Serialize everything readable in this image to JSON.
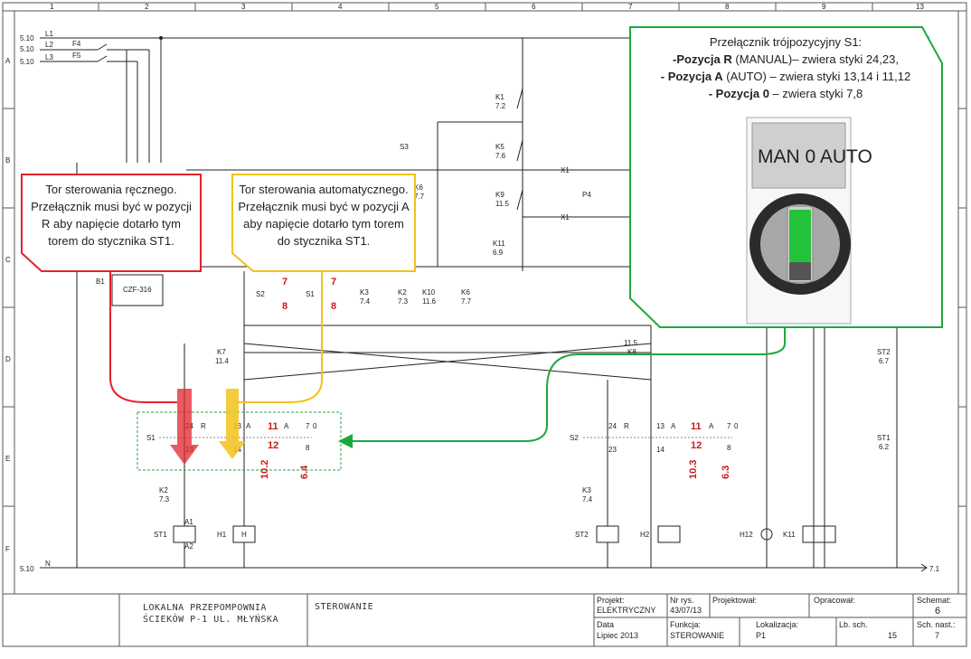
{
  "columns": [
    "1",
    "2",
    "3",
    "4",
    "5",
    "6",
    "7",
    "8",
    "9",
    "13"
  ],
  "rows": [
    "A",
    "B",
    "C",
    "D",
    "E",
    "F"
  ],
  "refs": {
    "l1": "5.10",
    "l2": "5.10",
    "l3": "5.10",
    "n": "5.10",
    "l1_out": "7.1",
    "n_out": "7.1"
  },
  "lines": {
    "l1": "L1",
    "l2": "L2",
    "l3": "L3",
    "n": "N"
  },
  "fuses": {
    "f4": "F4",
    "f5": "F5"
  },
  "relays": {
    "k1": [
      "K1",
      "7.2"
    ],
    "k5": [
      "K5",
      "7.6"
    ],
    "k9": [
      "K9",
      "11.5"
    ],
    "k11": [
      "K11",
      "6.9"
    ],
    "k6": [
      "K6",
      "7.7"
    ],
    "s3": "S3",
    "x1a": "X1",
    "x1b": "X1",
    "p4": "P4",
    "k3": [
      "K3",
      "7.4"
    ],
    "k2": [
      "K2",
      "7.3"
    ],
    "k10": [
      "K10",
      "11.6"
    ],
    "k6b": [
      "K6",
      "7.7"
    ],
    "k7": [
      "K7",
      "11.4"
    ],
    "k8": [
      "11.5",
      "K8"
    ],
    "st2ref": [
      "ST2",
      "6.7"
    ],
    "st1ref": [
      "ST1",
      "6.2"
    ]
  },
  "device_b1": "B1",
  "device_czf": "CZF-316",
  "switch_s1": {
    "name": "S1",
    "r": "R",
    "a": "A",
    "a2": "A",
    "zero": "0",
    "c24": "24",
    "c23": "23",
    "c13": "13",
    "c14": "14",
    "c11": "11",
    "c12": "12",
    "c7": "7",
    "c8": "8",
    "ref1": "10.2",
    "ref2": "6.4"
  },
  "switch_s2": {
    "name": "S2",
    "r": "R",
    "a": "A",
    "a2": "A",
    "zero": "0",
    "c24": "24",
    "c23": "23",
    "c13": "13",
    "c14": "14",
    "c11": "11",
    "c12": "12",
    "c7": "7",
    "c8": "8",
    "ref1": "10.3",
    "ref2": "6.3"
  },
  "top_switch": {
    "s2": "S2",
    "s1": "S1",
    "c7a": "7",
    "c8a": "8",
    "c7b": "7",
    "c8b": "8"
  },
  "loads": {
    "st1": "ST1",
    "h1": "H1",
    "st2": "ST2",
    "h2": "H2",
    "h12": "H12",
    "k11": "K11",
    "a1": "A1",
    "a2": "A2",
    "h": "H"
  },
  "callouts": {
    "manual": "Tor sterowania ręcznego. Przełącznik musi być w pozycji R aby napięcie dotarło tym torem do stycznika ST1.",
    "auto": "Tor sterowania automatycznego. Przełącznik musi być w pozycji A aby napięcie dotarło tym torem do stycznika ST1.",
    "info_title": "Przełącznik trójpozycyjny S1:",
    "info_r_bold": "-Pozycja R",
    "info_r_rest": " (MANUAL)– zwiera styki 24,23,",
    "info_a_bold": "- Pozycja A",
    "info_a_rest": " (AUTO) – zwiera styki 13,14 i 11,12",
    "info_0_bold": "- Pozycja 0",
    "info_0_rest": " – zwiera styki 7,8",
    "panel_label": "MAN 0 AUTO"
  },
  "colors": {
    "manual": "#e0242b",
    "auto": "#f2c21b",
    "info": "#1ea83c",
    "knob_green": "#22c33a"
  },
  "title_block": {
    "station": "LOKALNA PRZEPOMPOWNIA ŚCIEKÓW P-1 UL. MŁYŃSKA",
    "function_name": "STEROWANIE",
    "projekt_label": "Projekt:",
    "projekt_value": "ELEKTRYCZNY",
    "nr_label": "Nr rys.",
    "nr_value": "43/07/13",
    "projektowal_label": "Projektował:",
    "opracowal_label": "Opracował:",
    "schemat_label": "Schemat:",
    "schemat_value": "6",
    "data_label": "Data",
    "data_value": "Lipiec 2013",
    "funkcja_label": "Funkcja:",
    "funkcja_value": "STEROWANIE",
    "lokalizacja_label": "Lokalizacja:",
    "lokalizacja_value": "P1",
    "lb_label": "Lb. sch.",
    "lb_value": "15",
    "nast_label": "Sch. nast.:",
    "nast_value": "7"
  }
}
